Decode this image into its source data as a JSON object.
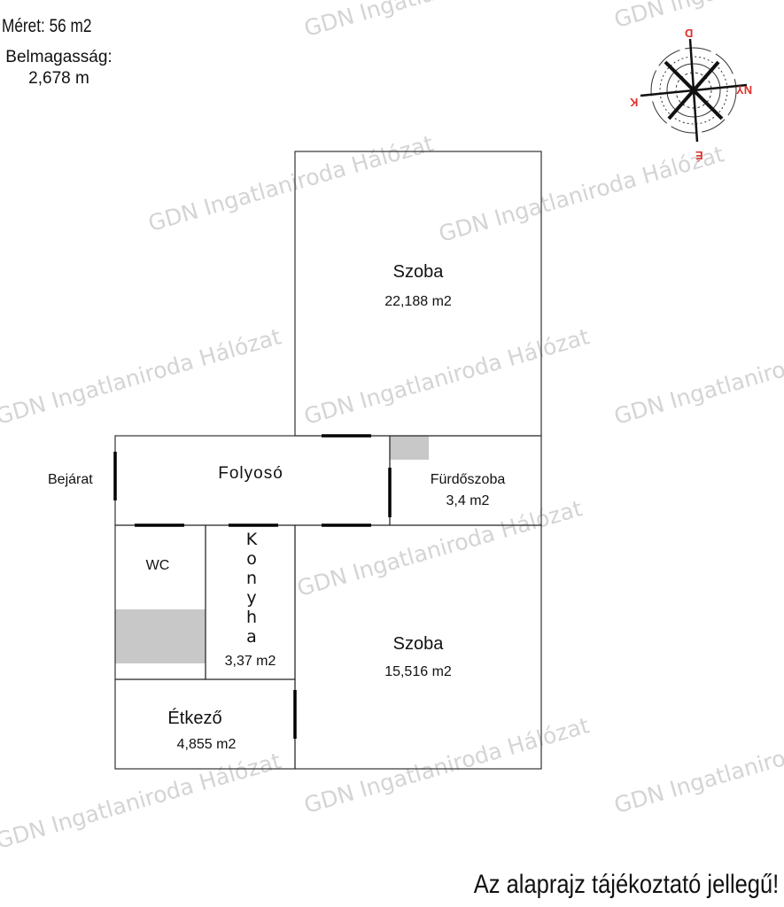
{
  "info": {
    "size": "Méret: 56 m2",
    "ceiling_label": "Belmagasság:",
    "ceiling_value": "2,678 m"
  },
  "compass": {
    "north": "É",
    "south": "D",
    "east": "K",
    "west": "NY"
  },
  "watermark": "GDN Ingatlaniroda Hálózat",
  "rooms": {
    "szoba1": {
      "name": "Szoba",
      "area": "22,188 m2"
    },
    "folyoso": {
      "name": "Folyosó"
    },
    "furdoszoba": {
      "name": "Fürdőszoba",
      "area": "3,4 m2"
    },
    "wc": {
      "name": "WC"
    },
    "konyha": {
      "name": "Konyha",
      "letters": [
        "K",
        "o",
        "n",
        "y",
        "h",
        "a"
      ],
      "area": "3,37 m2"
    },
    "szoba2": {
      "name": "Szoba",
      "area": "15,516 m2"
    },
    "etkezo": {
      "name": "Étkező",
      "area": "4,855 m2"
    }
  },
  "entrance": "Bejárat",
  "footer": "Az alaprajz tájékoztató jellegű!"
}
